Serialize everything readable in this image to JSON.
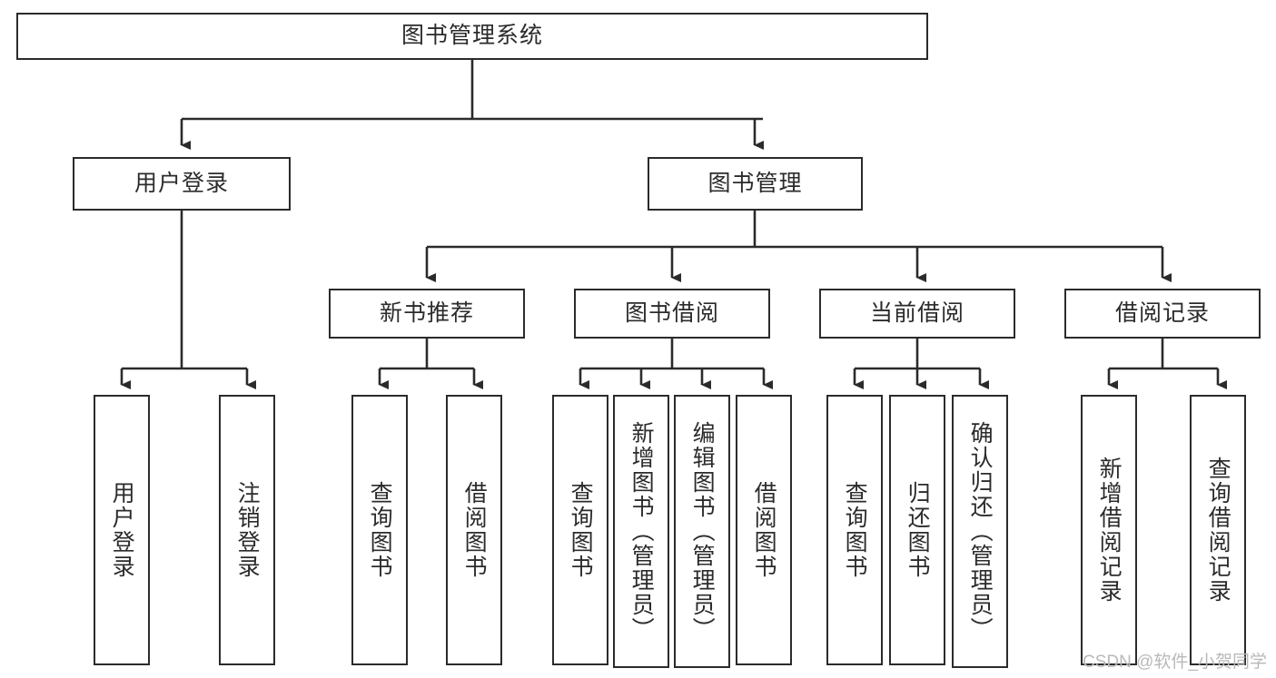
{
  "diagram": {
    "type": "tree-hierarchy-flowchart",
    "title": "图书管理系统",
    "colors": {
      "box_border": "#2b2b2b",
      "box_fill": "#ffffff",
      "connector": "#2b2b2b",
      "text": "#2b2b2b",
      "watermark": "#b9b9b9",
      "background": "#ffffff"
    },
    "root": {
      "label": "图书管理系统"
    },
    "level2": [
      {
        "label": "用户登录"
      },
      {
        "label": "图书管理"
      }
    ],
    "level3": [
      {
        "label": "新书推荐"
      },
      {
        "label": "图书借阅"
      },
      {
        "label": "当前借阅"
      },
      {
        "label": "借阅记录"
      }
    ],
    "leaves": [
      {
        "label": "用户登录",
        "parent": "用户登录"
      },
      {
        "label": "注销登录",
        "parent": "用户登录"
      },
      {
        "label": "查询图书",
        "parent": "新书推荐"
      },
      {
        "label": "借阅图书",
        "parent": "新书推荐"
      },
      {
        "label": "查询图书",
        "parent": "图书借阅"
      },
      {
        "label": "新增图书（管理员）",
        "parent": "图书借阅"
      },
      {
        "label": "编辑图书（管理员）",
        "parent": "图书借阅"
      },
      {
        "label": "借阅图书",
        "parent": "图书借阅"
      },
      {
        "label": "查询图书",
        "parent": "当前借阅"
      },
      {
        "label": "归还图书",
        "parent": "当前借阅"
      },
      {
        "label": "确认归还（管理员）",
        "parent": "当前借阅"
      },
      {
        "label": "新增借阅记录",
        "parent": "借阅记录"
      },
      {
        "label": "查询借阅记录",
        "parent": "借阅记录"
      }
    ],
    "watermark": "CSDN @软件_小贺同学"
  }
}
